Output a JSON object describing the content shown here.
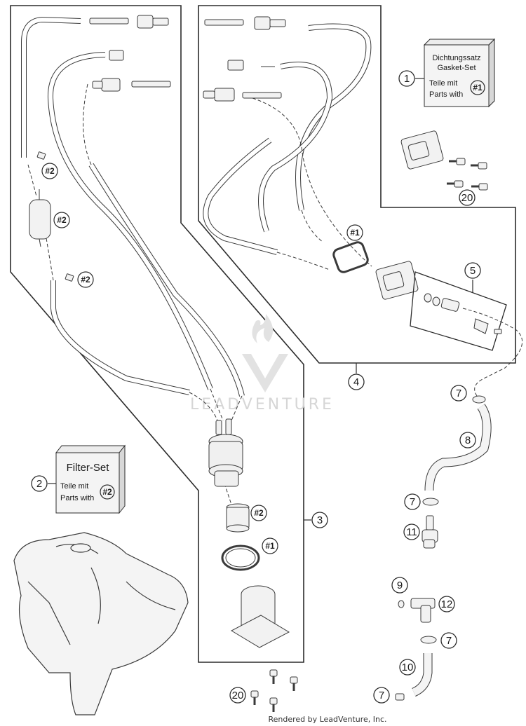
{
  "boxes": {
    "gasket_set": {
      "line1": "Dichtungssatz",
      "line2": "Gasket-Set",
      "line3": "Teile mit",
      "line4": "Parts with",
      "ref": "#1"
    },
    "filter_set": {
      "title": "Filter-Set",
      "line1": "Teile mit",
      "line2": "Parts with",
      "ref": "#2"
    }
  },
  "callouts": {
    "c1": "1",
    "c2": "2",
    "c3": "3",
    "c4": "4",
    "c5": "5",
    "c7a": "7",
    "c7b": "7",
    "c7c": "7",
    "c7d": "7",
    "c8": "8",
    "c9": "9",
    "c10": "10",
    "c11": "11",
    "c12": "12",
    "c20a": "20",
    "c20b": "20"
  },
  "refs": {
    "r2a": "#2",
    "r2b": "#2",
    "r2c": "#2",
    "r2d": "#2",
    "r1a": "#1",
    "r1b": "#1"
  },
  "watermark": "LEADVENTURE",
  "footer": "Rendered by LeadVenture, Inc.",
  "colors": {
    "line": "#3a3a3a",
    "part": "#f2f2f2",
    "watermark": "#d6d6d6"
  }
}
